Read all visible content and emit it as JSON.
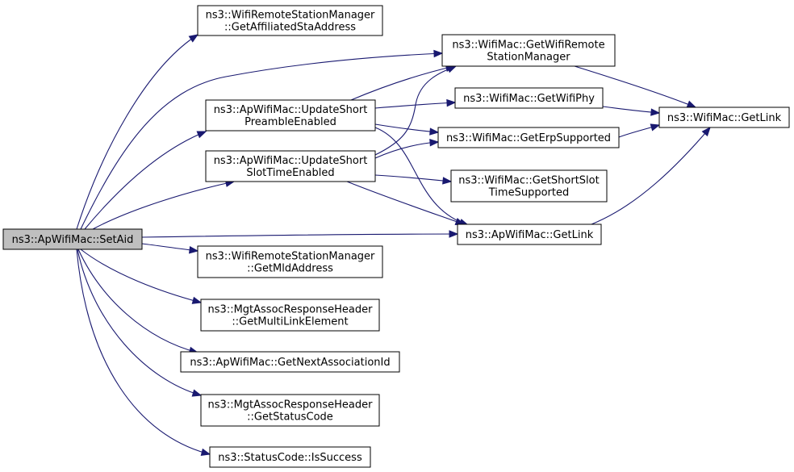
{
  "nodes": {
    "setaid": {
      "lines": [
        "ns3::ApWifiMac::SetAid"
      ]
    },
    "getaffiliated": {
      "lines": [
        "ns3::WifiRemoteStationManager",
        "::GetAffiliatedStaAddress"
      ]
    },
    "updatepreamble": {
      "lines": [
        "ns3::ApWifiMac::UpdateShort",
        "PreambleEnabled"
      ]
    },
    "updateslot": {
      "lines": [
        "ns3::ApWifiMac::UpdateShort",
        "SlotTimeEnabled"
      ]
    },
    "getremotemgr": {
      "lines": [
        "ns3::WifiMac::GetWifiRemote",
        "StationManager"
      ]
    },
    "getwifiphy": {
      "lines": [
        "ns3::WifiMac::GetWifiPhy"
      ]
    },
    "geterp": {
      "lines": [
        "ns3::WifiMac::GetErpSupported"
      ]
    },
    "getshortslot": {
      "lines": [
        "ns3::WifiMac::GetShortSlot",
        "TimeSupported"
      ]
    },
    "wifimacgetlink": {
      "lines": [
        "ns3::WifiMac::GetLink"
      ]
    },
    "apgetlink": {
      "lines": [
        "ns3::ApWifiMac::GetLink"
      ]
    },
    "getmld": {
      "lines": [
        "ns3::WifiRemoteStationManager",
        "::GetMldAddress"
      ]
    },
    "getmultilink": {
      "lines": [
        "ns3::MgtAssocResponseHeader",
        "::GetMultiLinkElement"
      ]
    },
    "getnextassoc": {
      "lines": [
        "ns3::ApWifiMac::GetNextAssociationId"
      ]
    },
    "getstatuscode": {
      "lines": [
        "ns3::MgtAssocResponseHeader",
        "::GetStatusCode"
      ]
    },
    "issuccess": {
      "lines": [
        "ns3::StatusCode::IsSuccess"
      ]
    }
  },
  "edges": [
    {
      "from": "setaid",
      "to": "getaffiliated"
    },
    {
      "from": "setaid",
      "to": "getremotemgr"
    },
    {
      "from": "setaid",
      "to": "updatepreamble"
    },
    {
      "from": "setaid",
      "to": "updateslot"
    },
    {
      "from": "setaid",
      "to": "apgetlink"
    },
    {
      "from": "setaid",
      "to": "getmld"
    },
    {
      "from": "setaid",
      "to": "getmultilink"
    },
    {
      "from": "setaid",
      "to": "getnextassoc"
    },
    {
      "from": "setaid",
      "to": "getstatuscode"
    },
    {
      "from": "setaid",
      "to": "issuccess"
    },
    {
      "from": "updatepreamble",
      "to": "getremotemgr"
    },
    {
      "from": "updatepreamble",
      "to": "getwifiphy"
    },
    {
      "from": "updatepreamble",
      "to": "geterp"
    },
    {
      "from": "updatepreamble",
      "to": "apgetlink"
    },
    {
      "from": "updateslot",
      "to": "getremotemgr"
    },
    {
      "from": "updateslot",
      "to": "geterp"
    },
    {
      "from": "updateslot",
      "to": "getshortslot"
    },
    {
      "from": "updateslot",
      "to": "apgetlink"
    },
    {
      "from": "getremotemgr",
      "to": "wifimacgetlink"
    },
    {
      "from": "getwifiphy",
      "to": "wifimacgetlink"
    },
    {
      "from": "geterp",
      "to": "wifimacgetlink"
    },
    {
      "from": "apgetlink",
      "to": "wifimacgetlink"
    }
  ]
}
